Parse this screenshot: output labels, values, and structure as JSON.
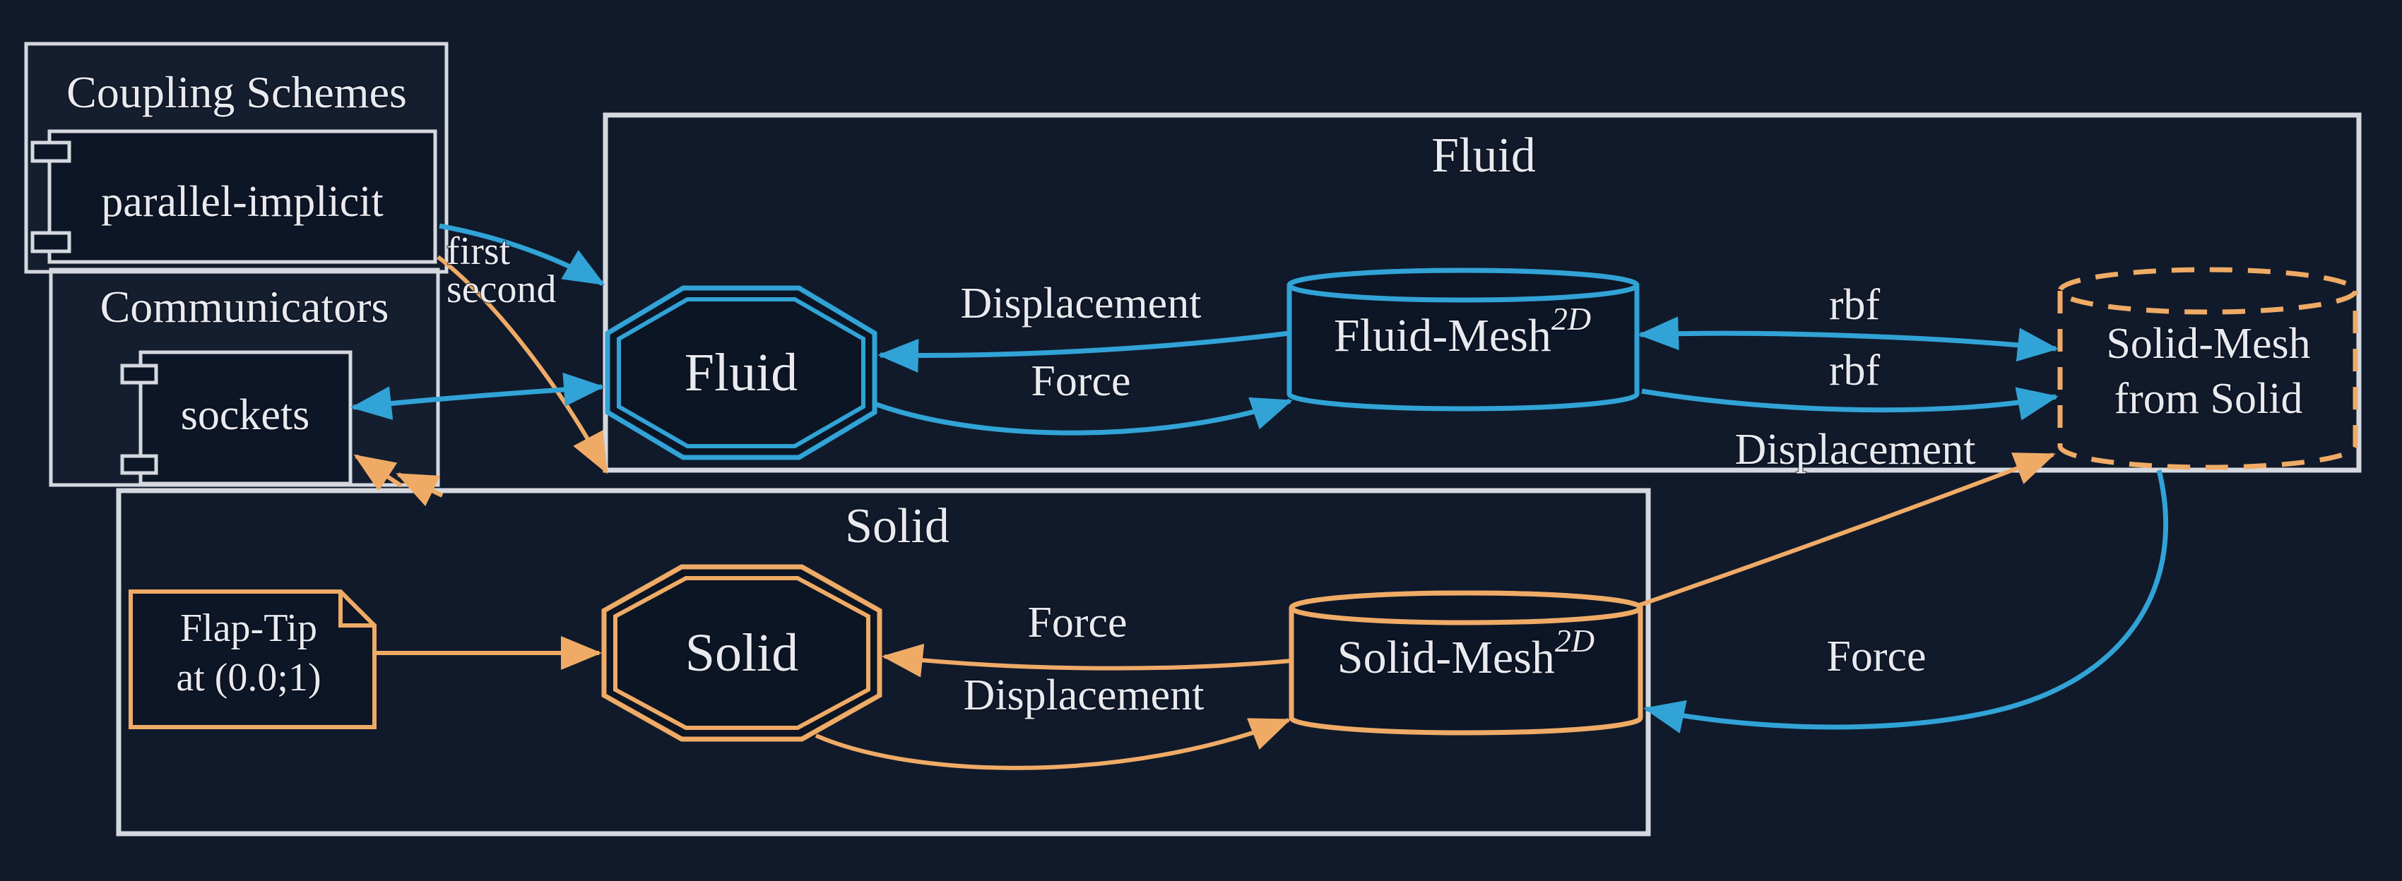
{
  "colors": {
    "background": "#111a2b",
    "border": "#d5d9df",
    "blue": "#31a3d6",
    "orange": "#efab66",
    "text": "#e9eaef"
  },
  "coupling": {
    "title": "Coupling Schemes",
    "scheme": "parallel-implicit"
  },
  "communicators": {
    "title": "Communicators",
    "name": "sockets"
  },
  "fluid": {
    "title": "Fluid",
    "node": "Fluid",
    "mesh_name": "Fluid-Mesh",
    "mesh_dim": "2D"
  },
  "solid": {
    "title": "Solid",
    "node": "Solid",
    "mesh_name": "Solid-Mesh",
    "mesh_dim": "2D",
    "note_line1": "Flap-Tip",
    "note_line2": "at (0.0;1)"
  },
  "remote_mesh": {
    "line1": "Solid-Mesh",
    "line2": "from Solid"
  },
  "labels": {
    "first": "first",
    "second": "second",
    "displacement_fluid": "Displacement",
    "force_fluid": "Force",
    "rbf_read": "rbf",
    "rbf_write": "rbf",
    "displacement_write": "Displacement",
    "force_read": "Force",
    "force_solid": "Force",
    "displacement_solid": "Displacement"
  }
}
